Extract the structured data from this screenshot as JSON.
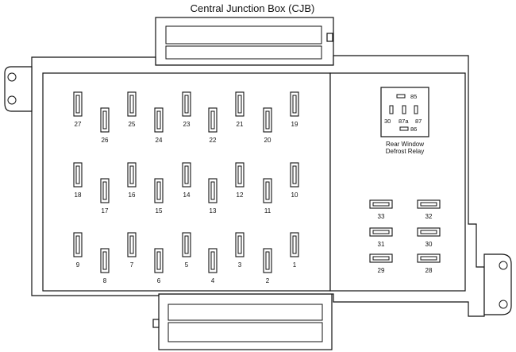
{
  "title": "Central Junction Box (CJB)",
  "relay": {
    "label_line1": "Rear Window",
    "label_line2": "Defrost Relay",
    "pins": [
      "85",
      "30",
      "87a",
      "87",
      "86"
    ]
  },
  "fuses_vertical": [
    {
      "num": "27",
      "row": 0,
      "col": 0
    },
    {
      "num": "26",
      "row": 0,
      "col": 1
    },
    {
      "num": "25",
      "row": 0,
      "col": 2
    },
    {
      "num": "24",
      "row": 0,
      "col": 3
    },
    {
      "num": "23",
      "row": 0,
      "col": 4
    },
    {
      "num": "22",
      "row": 0,
      "col": 5
    },
    {
      "num": "21",
      "row": 0,
      "col": 6
    },
    {
      "num": "20",
      "row": 0,
      "col": 7
    },
    {
      "num": "19",
      "row": 0,
      "col": 8
    },
    {
      "num": "18",
      "row": 1,
      "col": 0
    },
    {
      "num": "17",
      "row": 1,
      "col": 1
    },
    {
      "num": "16",
      "row": 1,
      "col": 2
    },
    {
      "num": "15",
      "row": 1,
      "col": 3
    },
    {
      "num": "14",
      "row": 1,
      "col": 4
    },
    {
      "num": "13",
      "row": 1,
      "col": 5
    },
    {
      "num": "12",
      "row": 1,
      "col": 6
    },
    {
      "num": "11",
      "row": 1,
      "col": 7
    },
    {
      "num": "10",
      "row": 1,
      "col": 8
    },
    {
      "num": "9",
      "row": 2,
      "col": 0
    },
    {
      "num": "8",
      "row": 2,
      "col": 1
    },
    {
      "num": "7",
      "row": 2,
      "col": 2
    },
    {
      "num": "6",
      "row": 2,
      "col": 3
    },
    {
      "num": "5",
      "row": 2,
      "col": 4
    },
    {
      "num": "4",
      "row": 2,
      "col": 5
    },
    {
      "num": "3",
      "row": 2,
      "col": 6
    },
    {
      "num": "2",
      "row": 2,
      "col": 7
    },
    {
      "num": "1",
      "row": 2,
      "col": 8
    }
  ],
  "fuses_horizontal": [
    {
      "num": "33",
      "row": 0,
      "col": 0
    },
    {
      "num": "32",
      "row": 0,
      "col": 1
    },
    {
      "num": "31",
      "row": 1,
      "col": 0
    },
    {
      "num": "30",
      "row": 1,
      "col": 1
    },
    {
      "num": "29",
      "row": 2,
      "col": 0
    },
    {
      "num": "28",
      "row": 2,
      "col": 1
    }
  ]
}
